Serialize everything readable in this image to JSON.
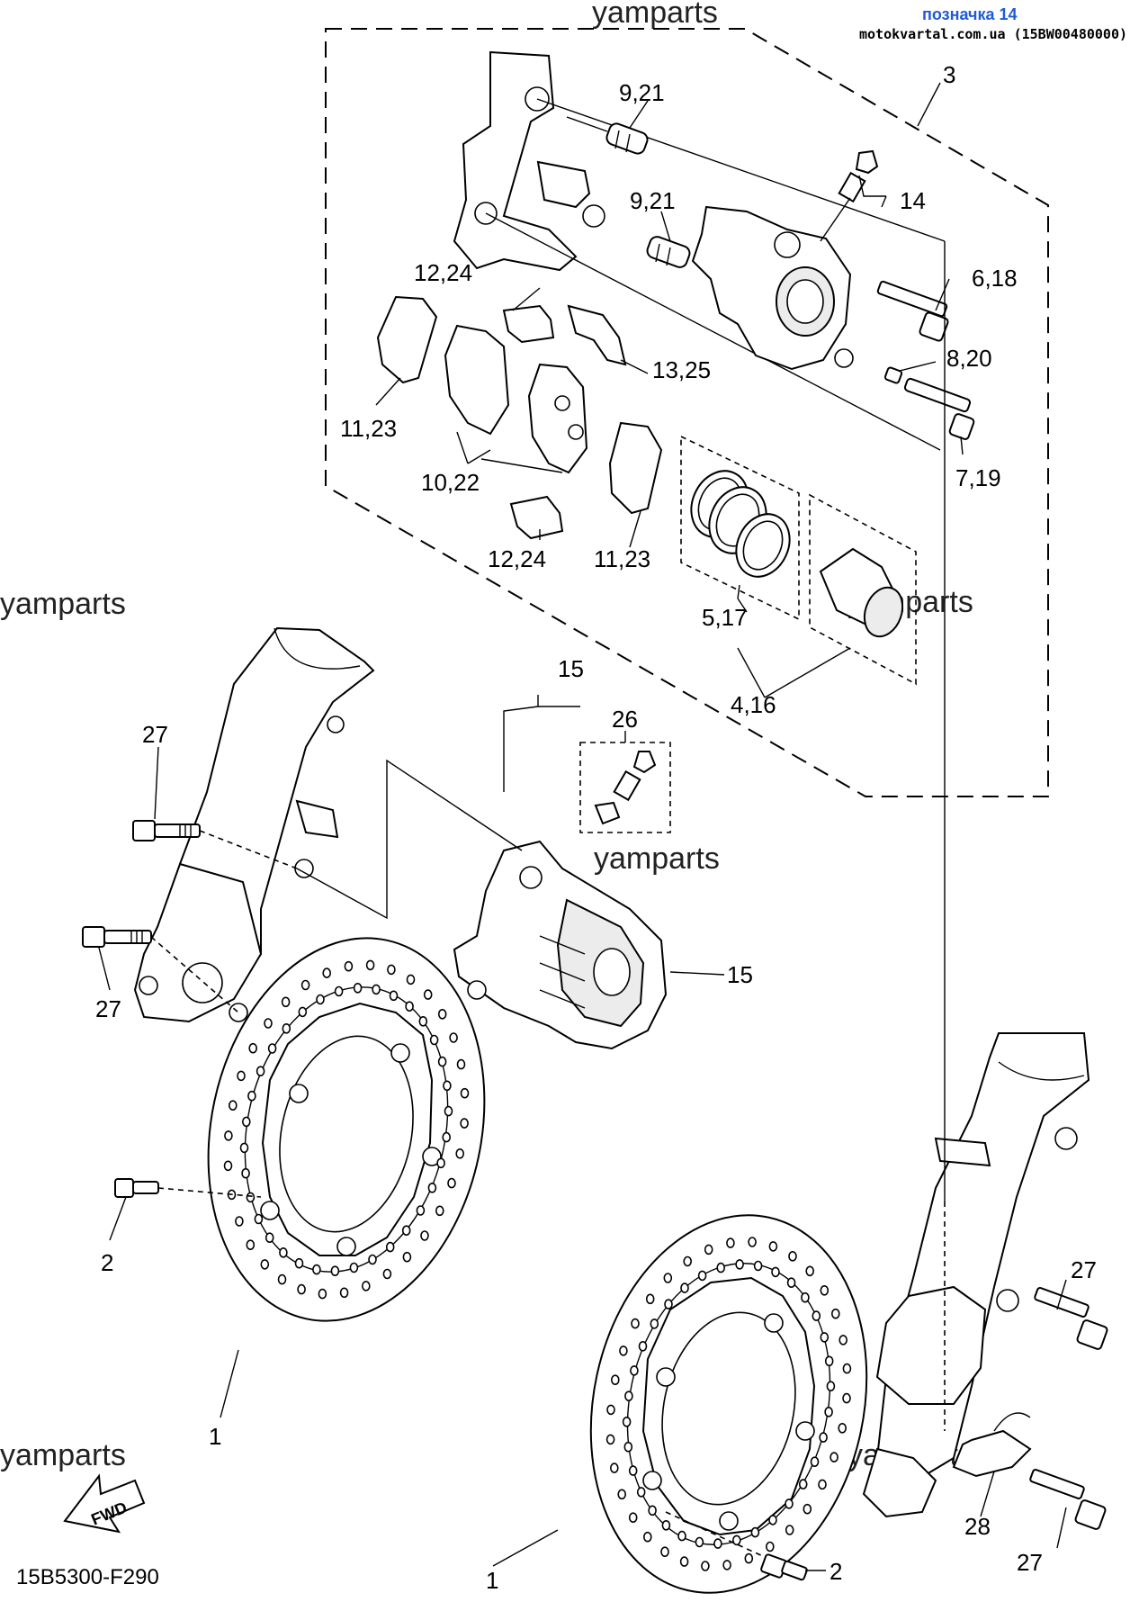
{
  "header": {
    "title": "позначка 14",
    "source": "motokvartal.com.ua (15BW00480000)"
  },
  "watermarks": [
    "yamparts",
    "yamparts",
    "yamparts",
    "yamparts",
    "yamparts",
    "yamparts"
  ],
  "diagram_code": "15B5300-F290",
  "fwd_label": "FWD",
  "callouts": {
    "c3": "3",
    "c9_21a": "9,21",
    "c9_21b": "9,21",
    "c14": "14",
    "c6_18": "6,18",
    "c8_20": "8,20",
    "c7_19": "7,19",
    "c12_24a": "12,24",
    "c13_25": "13,25",
    "c11_23a": "11,23",
    "c10_22": "10,22",
    "c12_24b": "12,24",
    "c11_23b": "11,23",
    "c5_17": "5,17",
    "c4_16": "4,16",
    "c15a": "15",
    "c26": "26",
    "c15b": "15",
    "c27a": "27",
    "c27b": "27",
    "c27c": "27",
    "c27d": "27",
    "c2a": "2",
    "c2b": "2",
    "c1a": "1",
    "c1b": "1",
    "c28": "28"
  }
}
